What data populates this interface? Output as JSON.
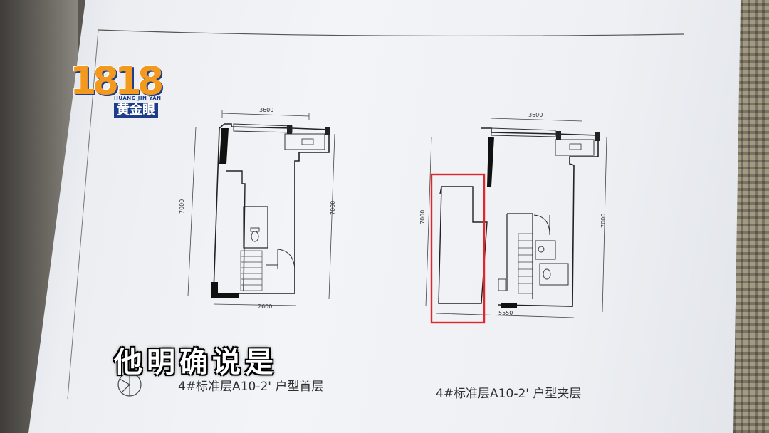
{
  "logo": {
    "numerals": "1818",
    "romanization": "HUANG JIN YAN",
    "name": "黄金眼"
  },
  "plans": [
    {
      "title": "4#标准层A10-2' 户型首层",
      "dims": {
        "top": "3600",
        "left": "7000",
        "right": "7000",
        "bottom": "2600"
      }
    },
    {
      "title": "4#标准层A10-2' 户型夹层",
      "dims": {
        "top": "3600",
        "left": "7000",
        "right": "7000",
        "bottom": "5550"
      }
    }
  ],
  "subtitle": "他明确说是",
  "colors": {
    "highlight": "#e0262a",
    "logo_orange": "#f39a1e",
    "logo_blue": "#1b3d8c"
  }
}
